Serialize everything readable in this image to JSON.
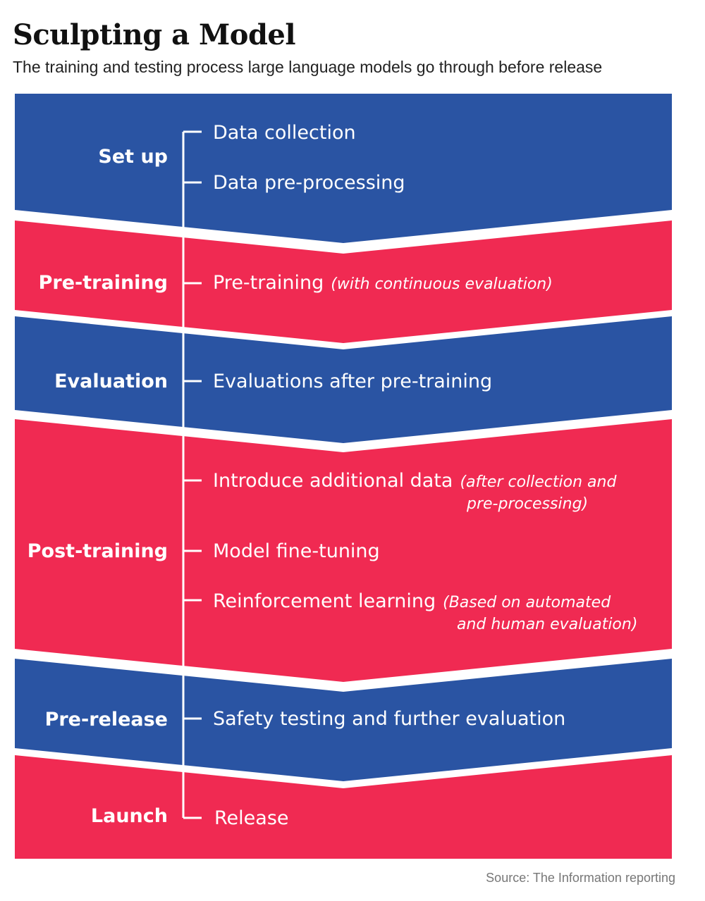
{
  "title": "Sculpting a Model",
  "subtitle": "The training and testing process large language models go through before release",
  "source": "Source: The Information reporting",
  "colors": {
    "blue": "#2A54A3",
    "red": "#F02A52",
    "white": "#FFFFFF"
  },
  "stages": [
    {
      "name": "Set up",
      "color": "blue",
      "steps": [
        {
          "label": "Data collection"
        },
        {
          "label": "Data pre-processing"
        }
      ]
    },
    {
      "name": "Pre-training",
      "color": "red",
      "steps": [
        {
          "label": "Pre-training",
          "note": "(with continuous evaluation)"
        }
      ]
    },
    {
      "name": "Evaluation",
      "color": "blue",
      "steps": [
        {
          "label": "Evaluations after pre-training"
        }
      ]
    },
    {
      "name": "Post-training",
      "color": "red",
      "steps": [
        {
          "label": "Introduce additional data",
          "note": "(after collection and",
          "note2": "pre-processing)"
        },
        {
          "label": "Model fine-tuning"
        },
        {
          "label": "Reinforcement learning",
          "note": "(Based on automated",
          "note2": "and human evaluation)"
        }
      ]
    },
    {
      "name": "Pre-release",
      "color": "blue",
      "steps": [
        {
          "label": "Safety testing and further evaluation"
        }
      ]
    },
    {
      "name": "Launch",
      "color": "red",
      "steps": [
        {
          "label": "Release"
        }
      ]
    }
  ]
}
